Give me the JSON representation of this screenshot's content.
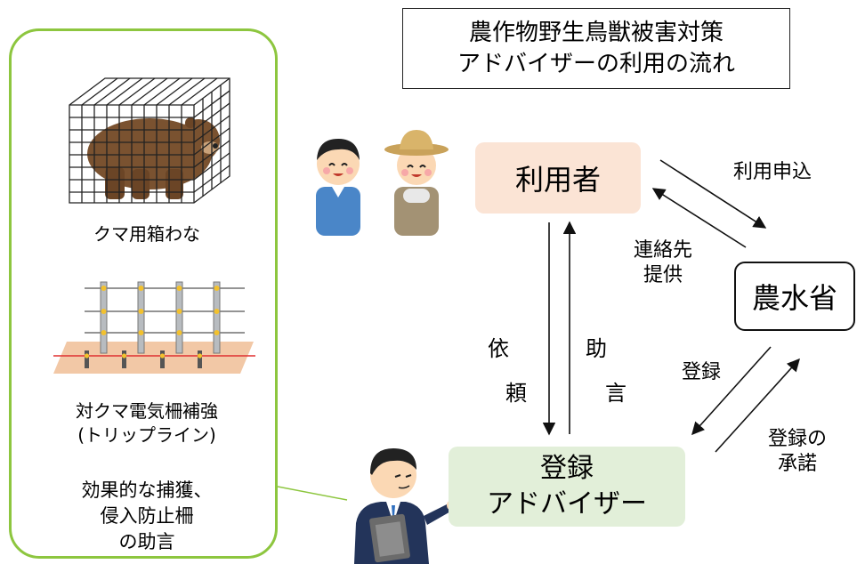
{
  "title": {
    "line1": "農作物野生鳥獣被害対策",
    "line2": "アドバイザーの利用の流れ"
  },
  "left_panel": {
    "trap_caption": "クマ用箱わな",
    "fence_caption_line1": "対クマ電気柵補強",
    "fence_caption_line2": "(トリップライン)",
    "advice_line1": "効果的な捕獲、",
    "advice_line2": "侵入防止柵",
    "advice_line3": "の助言"
  },
  "nodes": {
    "user": "利用者",
    "maff": "農水省",
    "advisor_line1": "登録",
    "advisor_line2": "アドバイザー"
  },
  "edge_labels": {
    "apply": "利用申込",
    "contact_line1": "連絡先",
    "contact_line2": "提供",
    "request_char1": "依",
    "request_char2": "頼",
    "advice_char1": "助",
    "advice_char2": "言",
    "register": "登録",
    "approve_line1": "登録の",
    "approve_line2": "承諾"
  },
  "icons": {
    "bear_cage": "bear-cage-illustration",
    "electric_fence": "electric-fence-illustration",
    "farmers": "farmers-illustration",
    "advisor_person": "advisor-person-illustration"
  },
  "colors": {
    "panel_border": "#8dc63f",
    "user_fill": "#fbe4d5",
    "advisor_fill": "#e2efd9",
    "connector": "#8dc63f"
  }
}
